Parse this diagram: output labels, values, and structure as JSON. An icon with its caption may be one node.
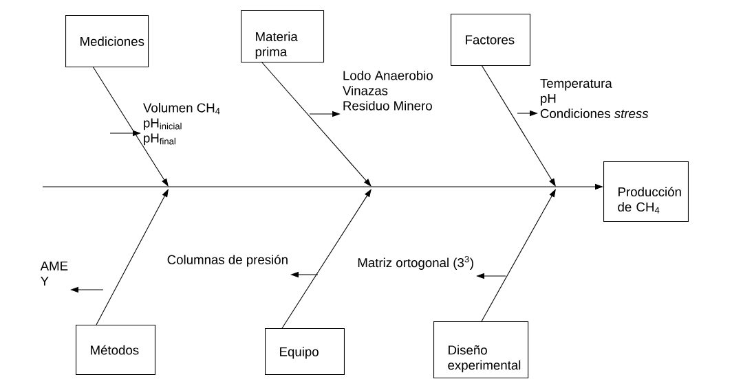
{
  "diagram": {
    "nodes": [
      {
        "text": [
          "Mediciones"
        ]
      },
      {
        "text": [
          "Materia prima"
        ]
      },
      {
        "text": [
          "Factores"
        ]
      },
      {
        "text": [
          "Producción de CH$_{4}$"
        ]
      },
      {
        "text": [
          "Volumen CH$_{4}$",
          "pH$_{inicial}$",
          "pH$_{final}$"
        ]
      },
      {
        "text": [
          "Lodo Anaerobio",
          "Vinazas",
          "Residuo Minero"
        ]
      },
      {
        "text": [
          "Temperatura",
          "pH",
          "Condiciones *stress*"
        ]
      },
      {
        "text": [
          "Métodos"
        ]
      },
      {
        "text": [
          "Equipo"
        ]
      },
      {
        "text": [
          "Diseño experimental"
        ]
      },
      {
        "text": [
          "AME",
          "Y"
        ]
      },
      {
        "text": [
          "Columnas de presión"
        ]
      },
      {
        "text": [
          "Matriz ortogonal (3$^{3}$)"
        ]
      }
    ],
    "edges": [
      {
        "from": null,
        "to": 3,
        "arrow": "to"
      },
      {
        "from": 0,
        "to": null,
        "arrow": "to"
      },
      {
        "from": 1,
        "to": null,
        "arrow": "to"
      },
      {
        "from": 2,
        "to": null,
        "arrow": "to"
      },
      {
        "from": 7,
        "to": null,
        "arrow": "to"
      },
      {
        "from": 8,
        "to": null,
        "arrow": "to"
      },
      {
        "from": 9,
        "to": null,
        "arrow": "to"
      },
      {
        "from": null,
        "to": 4,
        "arrow": "to"
      },
      {
        "from": null,
        "to": 5,
        "arrow": "to"
      },
      {
        "from": null,
        "to": 6,
        "arrow": "to"
      },
      {
        "from": null,
        "to": 10,
        "arrow": "to"
      },
      {
        "from": null,
        "to": 11,
        "arrow": "to"
      },
      {
        "from": null,
        "to": 12,
        "arrow": "to"
      }
    ]
  }
}
